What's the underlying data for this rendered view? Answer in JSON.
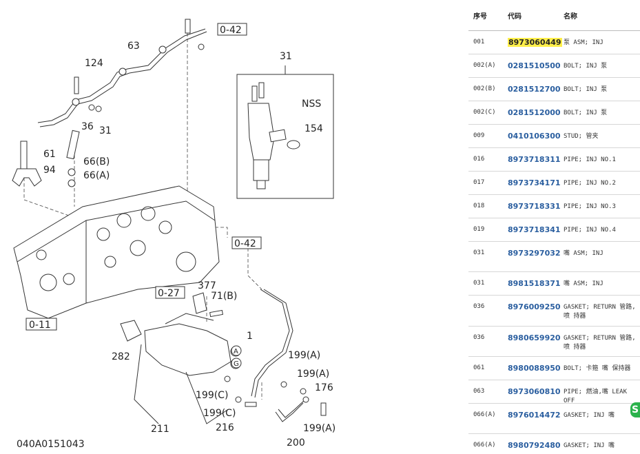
{
  "diagram": {
    "drawing_code": "040A0151043",
    "callouts": {
      "c31_top": "31",
      "c31": "31",
      "c63": "63",
      "c124": "124",
      "c36": "36",
      "c61": "61",
      "c94": "94",
      "c66b": "66(B)",
      "c66a": "66(A)",
      "nss": "NSS",
      "c154": "154",
      "c377": "377",
      "c71b": "71(B)",
      "c1": "1",
      "c282": "282",
      "c199a_1": "199(A)",
      "c199a_2": "199(A)",
      "c199a_3": "199(A)",
      "c199c_1": "199(C)",
      "c199c_2": "199(C)",
      "c176": "176",
      "c216": "216",
      "c211": "211",
      "c200": "200",
      "marker_a": "A",
      "marker_g": "G"
    },
    "ref_boxes": {
      "r042_top": "0-42",
      "r042_mid": "0-42",
      "r027": "0-27",
      "r011": "0-11"
    }
  },
  "parts_table": {
    "headers": {
      "seq": "序号",
      "code": "代码",
      "name": "名称"
    },
    "rows": [
      {
        "seq": "001",
        "code": "8973060449",
        "name": "泵 ASM; INJ",
        "highlight": true
      },
      {
        "seq": "002(A)",
        "code": "0281510500",
        "name": "BOLT; INJ 泵"
      },
      {
        "seq": "002(B)",
        "code": "0281512700",
        "name": "BOLT; INJ 泵"
      },
      {
        "seq": "002(C)",
        "code": "0281512000",
        "name": "BOLT; INJ 泵"
      },
      {
        "seq": "009",
        "code": "0410106300",
        "name": "STUD; 管夹"
      },
      {
        "seq": "016",
        "code": "8973718311",
        "name": "PIPE; INJ NO.1"
      },
      {
        "seq": "017",
        "code": "8973734171",
        "name": "PIPE; INJ NO.2"
      },
      {
        "seq": "018",
        "code": "8973718331",
        "name": "PIPE; INJ NO.3"
      },
      {
        "seq": "019",
        "code": "8973718341",
        "name": "PIPE; INJ NO.4"
      },
      {
        "seq": "031",
        "code": "8973297032",
        "name": "嘴 ASM; INJ"
      },
      {
        "seq": "031",
        "code": "8981518371",
        "name": "嘴 ASM; INJ"
      },
      {
        "seq": "036",
        "code": "8976009250",
        "name": "GASKET; RETURN 管路,喷 持器"
      },
      {
        "seq": "036",
        "code": "8980659920",
        "name": "GASKET; RETURN 管路,喷 持器"
      },
      {
        "seq": "061",
        "code": "8980088950",
        "name": "BOLT; 卡箍 嘴 保持器"
      },
      {
        "seq": "063",
        "code": "8973060810",
        "name": "PIPE; 燃油,嘴 LEAK OFF"
      },
      {
        "seq": "066(A)",
        "code": "8976014472",
        "name": "GASKET; INJ 嘴"
      },
      {
        "seq": "066(A)",
        "code": "8980792480",
        "name": "GASKET; INJ 嘴"
      }
    ]
  }
}
